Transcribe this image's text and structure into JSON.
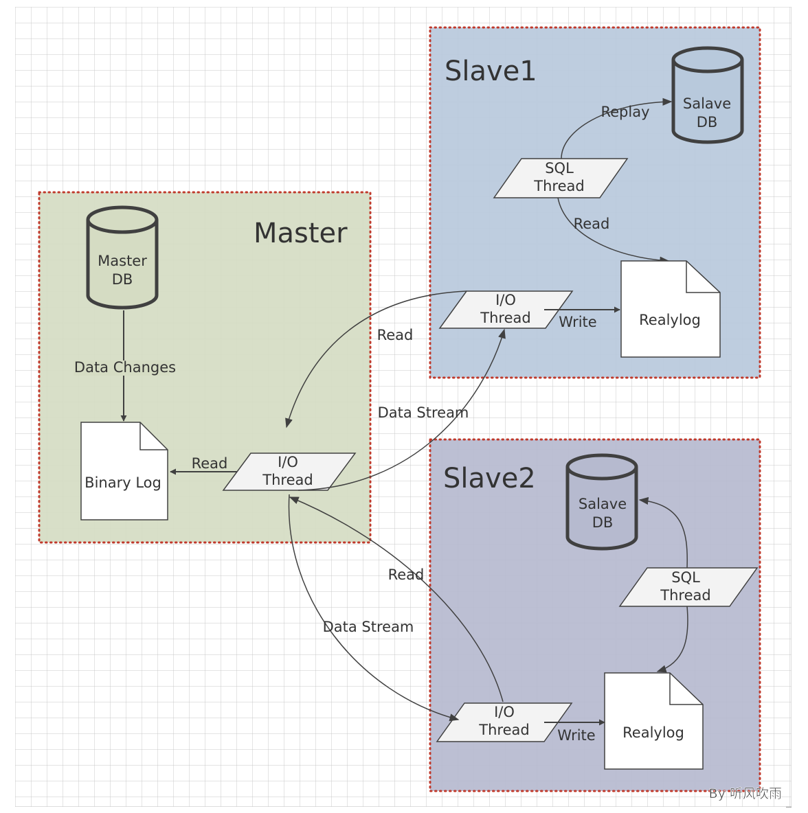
{
  "groups": {
    "master": "Master",
    "slave1": "Slave1",
    "slave2": "Slave2"
  },
  "master": {
    "db_line1": "Master",
    "db_line2": "DB",
    "binary_log": "Binary Log",
    "io_line1": "I/O",
    "io_line2": "Thread",
    "edge_data_changes": "Data Changes",
    "edge_read": "Read"
  },
  "slave1": {
    "db_line1": "Salave",
    "db_line2": "DB",
    "sql_line1": "SQL",
    "sql_line2": "Thread",
    "io_line1": "I/O",
    "io_line2": "Thread",
    "realylog": "Realylog",
    "edge_replay": "Replay",
    "edge_read": "Read",
    "edge_write": "Write"
  },
  "slave2": {
    "db_line1": "Salave",
    "db_line2": "DB",
    "sql_line1": "SQL",
    "sql_line2": "Thread",
    "io_line1": "I/O",
    "io_line2": "Thread",
    "realylog": "Realylog",
    "edge_write": "Write"
  },
  "links": {
    "slave1_read": "Read",
    "slave1_stream": "Data Stream",
    "slave2_read": "Read",
    "slave2_stream": "Data Stream"
  },
  "watermark": "By 听风吹雨",
  "colors": {
    "master_fill": "#d5dcc3",
    "slave1_fill": "#b8c9dc",
    "slave2_fill": "#b6bacf",
    "border_dots": "#c0392b",
    "grid": "#c9c9c9",
    "stroke": "#404040"
  }
}
